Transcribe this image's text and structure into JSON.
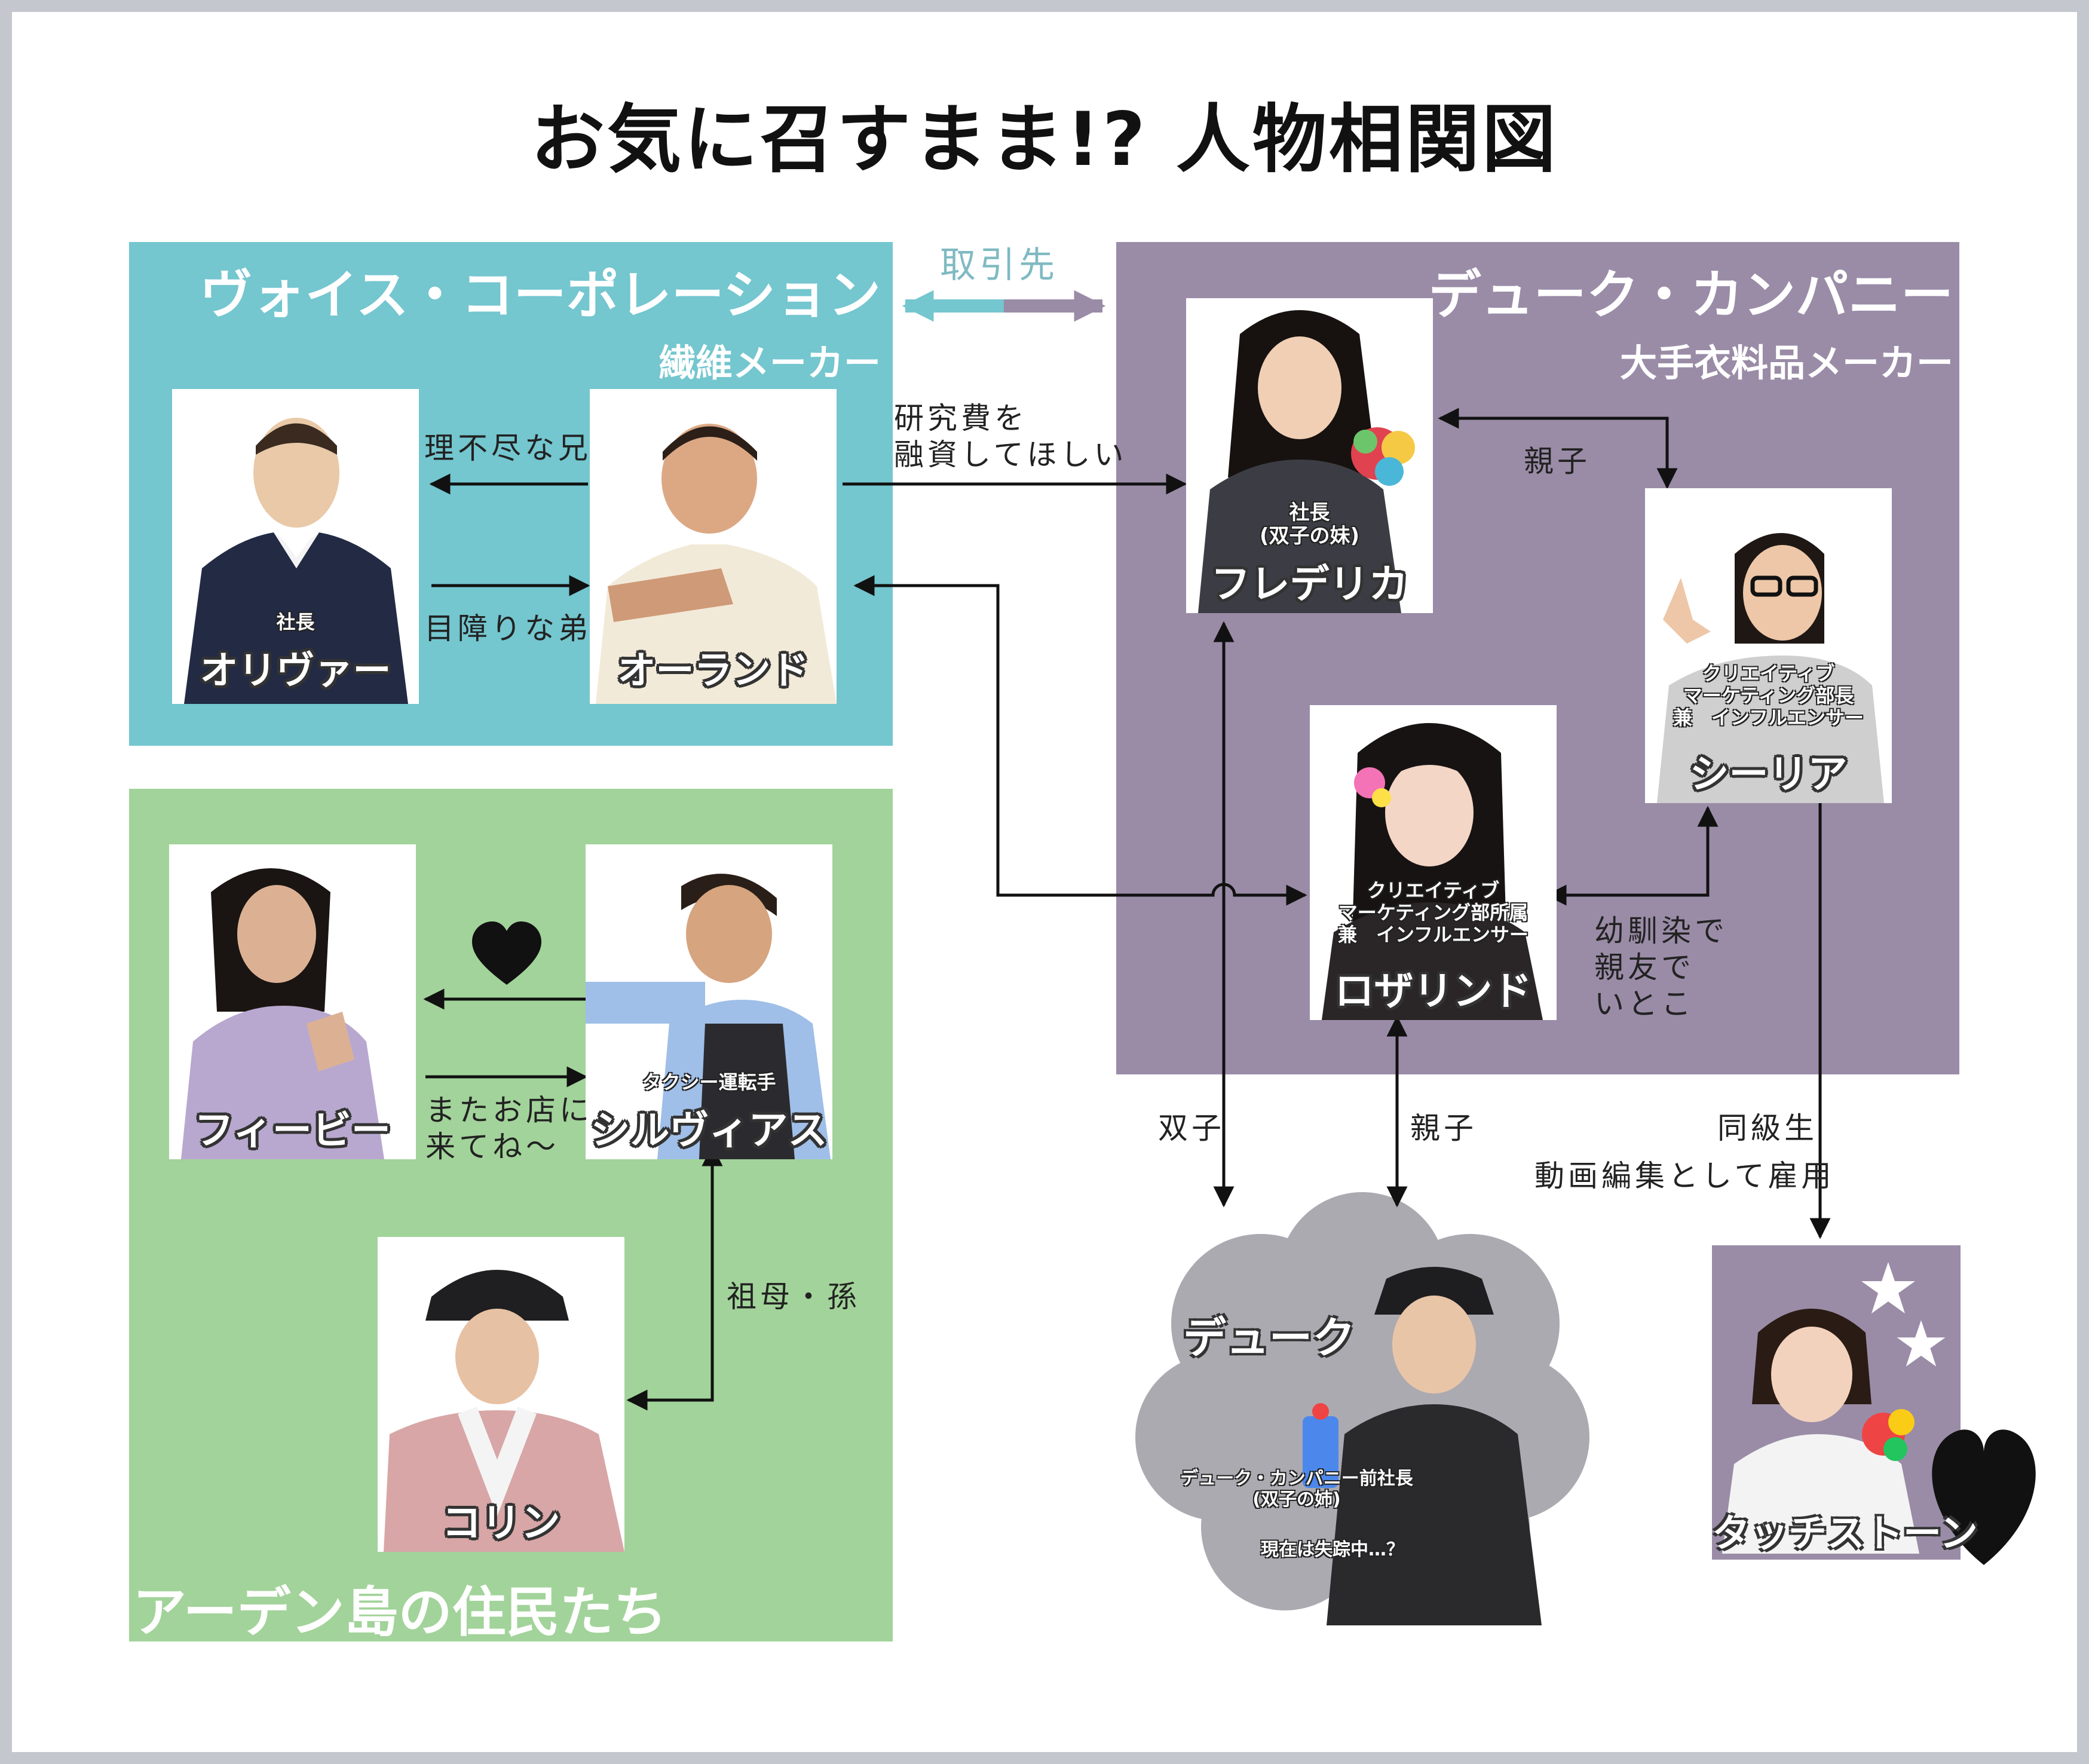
{
  "title": "お気に召すまま!? 人物相関図",
  "colors": {
    "voice": "#74c6cf",
    "duke": "#9a8ca7",
    "arden": "#a2d39a",
    "cloud": "#acaab1",
    "line": "#111111"
  },
  "groups": {
    "voice": {
      "name": "ヴォイス・コーポレーション",
      "desc": "繊維メーカー"
    },
    "duke": {
      "name": "デューク・カンパニー",
      "desc": "大手衣料品メーカー"
    },
    "arden": {
      "name": "アーデン島の住民たち"
    }
  },
  "people": {
    "oliver": {
      "role": "社長",
      "name": "オリヴァー"
    },
    "orlando": {
      "name": "オーランド"
    },
    "frederica": {
      "role": "社長\n(双子の妹)",
      "name": "フレデリカ"
    },
    "celia": {
      "role": "クリエイティブ\nマーケティング部長\n兼　インフルエンサー",
      "name": "シーリア"
    },
    "rosalind": {
      "role": "クリエイティブ\nマーケティング部所属\n兼　インフルエンサー",
      "name": "ロザリンド"
    },
    "phoebe": {
      "name": "フィービー"
    },
    "silvius": {
      "role": "タクシー運転手",
      "name": "シルヴィアス"
    },
    "corin": {
      "name": "コリン"
    },
    "duke": {
      "name": "デューク",
      "role": "デューク・カンパニー前社長\n(双子の姉)",
      "note": "現在は失踪中…？"
    },
    "touchstone": {
      "name": "タッチストーン"
    }
  },
  "relations": {
    "trade": "取引先",
    "oliver_brother": "理不尽な兄",
    "orlando_brother": "目障りな弟",
    "funding": "研究費を\n融資してほしい",
    "parent_child_1": "親子",
    "cousins": "幼馴染で\n親友で\nいとこ",
    "twins": "双子",
    "parent_child_2": "親子",
    "classmate": "同級生",
    "hired": "動画編集として雇用",
    "come_again": "またお店に\n来てね～",
    "grandparent": "祖母・孫"
  }
}
